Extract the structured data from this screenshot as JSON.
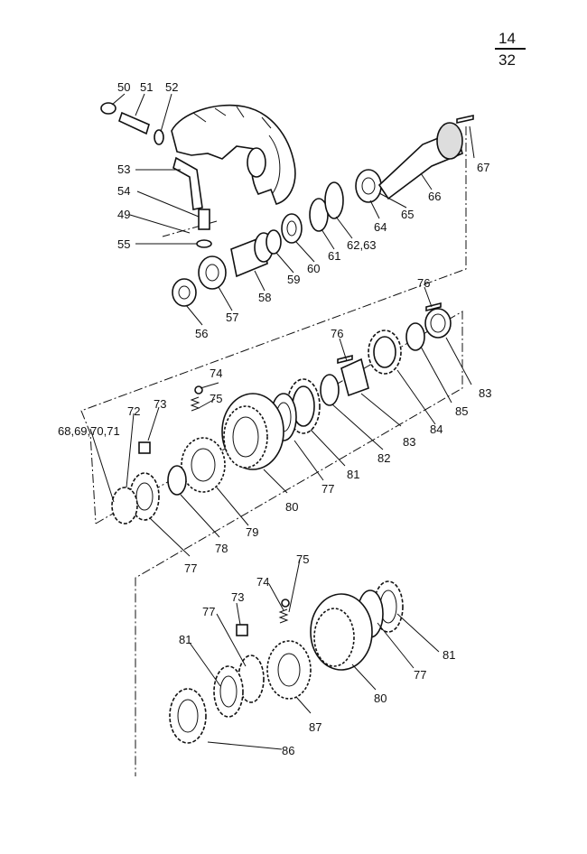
{
  "page": {
    "numerator": "14",
    "denominator": "32"
  },
  "labels": {
    "l50": "50",
    "l51": "51",
    "l52": "52",
    "l53": "53",
    "l54": "54",
    "l49": "49",
    "l55": "55",
    "l56": "56",
    "l57": "57",
    "l58": "58",
    "l59": "59",
    "l60": "60",
    "l61": "61",
    "l6263": "62,63",
    "l64": "64",
    "l65": "65",
    "l66": "66",
    "l67": "67",
    "l76a": "76",
    "l83a": "83",
    "l85": "85",
    "l84": "84",
    "l76b": "76",
    "l83b": "83",
    "l82": "82",
    "l81a": "81",
    "l77a": "77",
    "l80a": "80",
    "l74a": "74",
    "l75a": "75",
    "l73a": "73",
    "l72": "72",
    "l6871": "68,69,70,71",
    "l79": "79",
    "l78": "78",
    "l77b": "77",
    "l75b": "75",
    "l74b": "74",
    "l73b": "73",
    "l77c": "77",
    "l81b": "81",
    "l87": "87",
    "l80b": "80",
    "l77d": "77",
    "l81c": "81",
    "l86": "86"
  }
}
